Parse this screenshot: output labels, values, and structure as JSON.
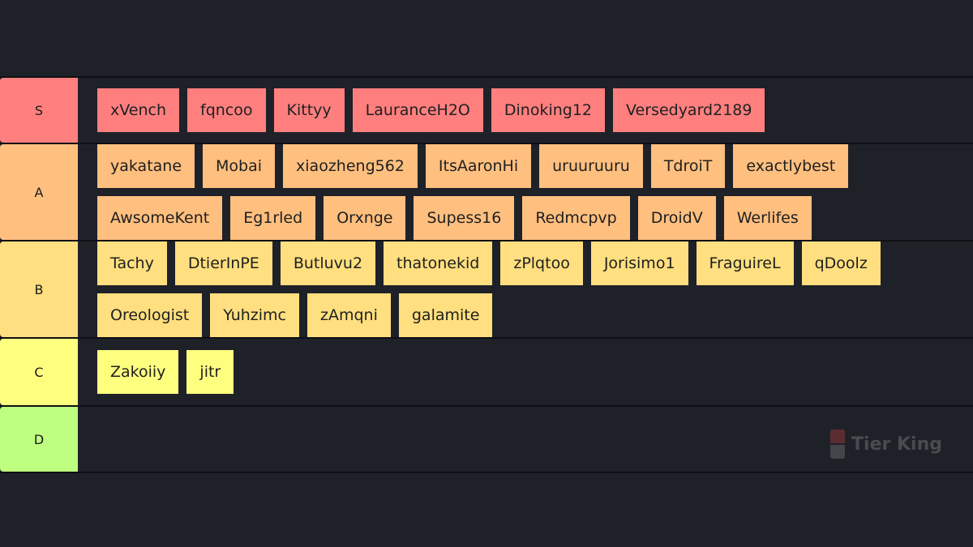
{
  "tiers": [
    {
      "label": "S",
      "color": "#ff7f7f",
      "items": [
        "xVench",
        "fqncoo",
        "Kittyy",
        "LauranceH2O",
        "Dinoking12",
        "Versedyard2189"
      ]
    },
    {
      "label": "A",
      "color": "#ffbf7f",
      "items": [
        "yakatane",
        "Mobai",
        "xiaozheng562",
        "ItsAaronHi",
        "uruuruuru",
        "TdroiT",
        "exactlybest",
        "AwsomeKent",
        "Eg1rled",
        "Orxnge",
        "Supess16",
        "Redmcpvp",
        "DroidV",
        "Werlifes"
      ]
    },
    {
      "label": "B",
      "color": "#ffdf7f",
      "items": [
        "Tachy",
        "DtierInPE",
        "Butluvu2",
        "thatonekid",
        "zPlqtoo",
        "Jorisimo1",
        "FraguireL",
        "qDoolz",
        "Oreologist",
        "Yuhzimc",
        "zAmqni",
        "galamite"
      ]
    },
    {
      "label": "C",
      "color": "#ffff7f",
      "items": [
        "Zakoiiy",
        "jitr"
      ]
    },
    {
      "label": "D",
      "color": "#bfff7f",
      "items": []
    }
  ],
  "watermark": {
    "text": "Tier King",
    "icon": "tier-king-logo-icon"
  }
}
